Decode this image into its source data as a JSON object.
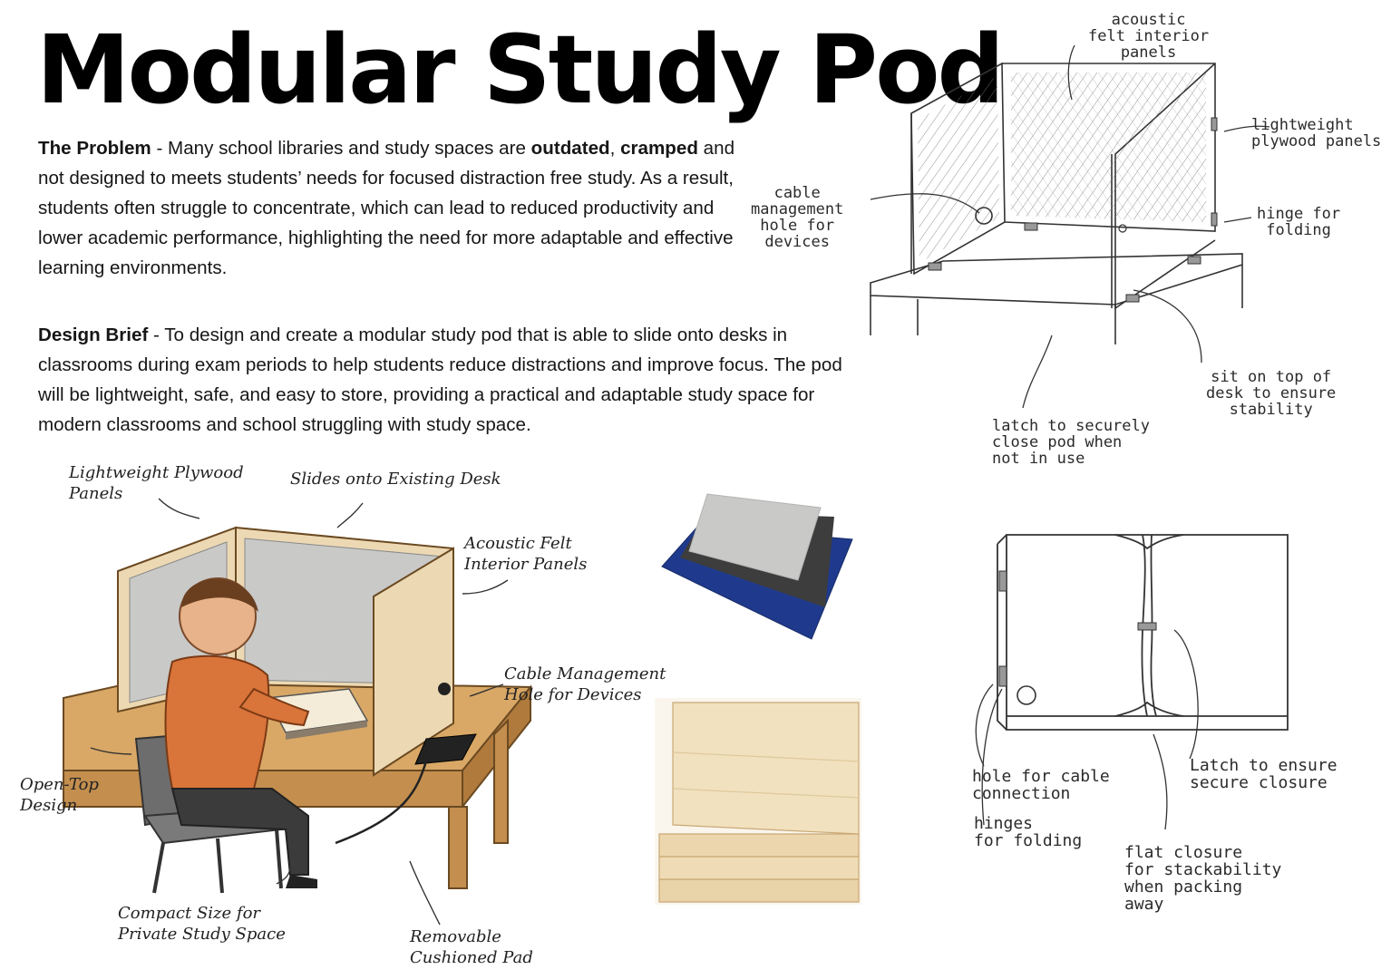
{
  "title": "Modular Study Pod",
  "problem": {
    "heading": "The Problem",
    "t1": " - Many school libraries and study spaces are ",
    "b1": "outdated",
    "t2": ", ",
    "b2": "cramped",
    "t3": " and not designed to meets students’ needs for focused distraction free study. As a result, students often struggle to concentrate, which can lead to reduced productivity and lower academic performance, highlighting the need for more adaptable and effective learning environments."
  },
  "brief": {
    "heading": "Design Brief",
    "text": " - To design and create a modular study pod that is able to slide onto desks in classrooms during exam periods to help students reduce distractions and improve focus. The pod will be lightweight, safe, and easy to store, providing a practical and adaptable study space for modern classrooms and school struggling with study space."
  },
  "sketch_top": {
    "acoustic": "acoustic\nfelt interior\npanels",
    "plywood": "lightweight\nplywood panels",
    "cable": "cable\nmanagement\nhole for\ndevices",
    "hinge": "hinge for\nfolding",
    "sit": "sit on top of\ndesk to ensure\nstability",
    "latch": "latch to securely\nclose pod when\nnot in use"
  },
  "illustration": {
    "plywood": "Lightweight Plywood\nPanels",
    "slides": "Slides onto Existing Desk",
    "acoustic": "Acoustic Felt\nInterior Panels",
    "cable": "Cable Management\nHole for Devices",
    "open_top": "Open-Top\nDesign",
    "compact": "Compact Size for\nPrivate Study Space",
    "cushion": "Removable\nCushioned Pad"
  },
  "sketch_bottom": {
    "hole": "hole for cable\nconnection",
    "latch": "Latch to ensure\nsecure closure",
    "hinges": "hinges\nfor folding",
    "flat": "flat closure\nfor stackability\nwhen packing\naway"
  },
  "colors": {
    "felt_grey": "#c9c9c7",
    "felt_dark": "#3d3d3d",
    "felt_blue": "#1f3a8c",
    "plywood": "#ecd9b4",
    "wood_desk": "#d9a866",
    "hoodie": "#d9743a"
  }
}
